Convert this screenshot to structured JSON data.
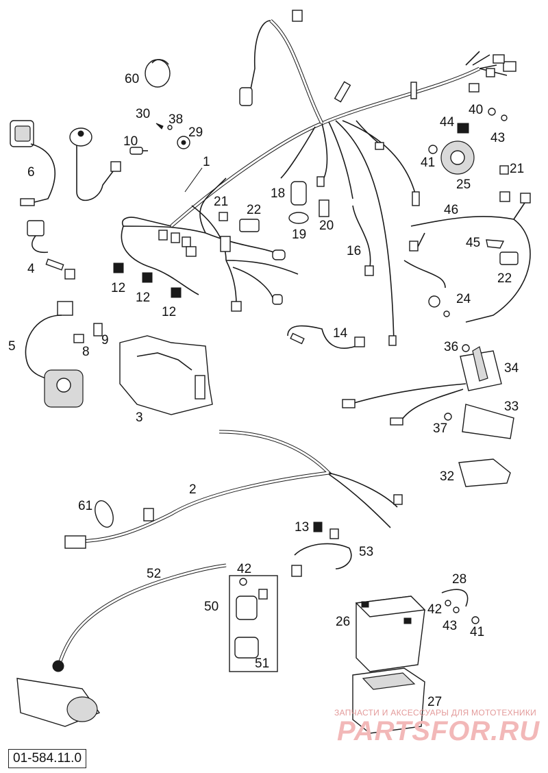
{
  "diagram": {
    "drawing_number": "01-584.11.0",
    "watermark": {
      "tagline": "ЗАПЧАСТИ И АКСЕССУАРЫ ДЛЯ МОТОТЕХНИКИ",
      "brand": "PARTSFOR.RU"
    },
    "callouts": [
      {
        "id": "c60",
        "label": "60"
      },
      {
        "id": "c30",
        "label": "30"
      },
      {
        "id": "c38",
        "label": "38"
      },
      {
        "id": "c29",
        "label": "29"
      },
      {
        "id": "c10",
        "label": "10"
      },
      {
        "id": "c6",
        "label": "6"
      },
      {
        "id": "c1",
        "label": "1"
      },
      {
        "id": "c40",
        "label": "40"
      },
      {
        "id": "c43a",
        "label": "43"
      },
      {
        "id": "c44",
        "label": "44"
      },
      {
        "id": "c41a",
        "label": "41"
      },
      {
        "id": "c25",
        "label": "25"
      },
      {
        "id": "c21a",
        "label": "21"
      },
      {
        "id": "c21b",
        "label": "21"
      },
      {
        "id": "c22a",
        "label": "22"
      },
      {
        "id": "c18",
        "label": "18"
      },
      {
        "id": "c19",
        "label": "19"
      },
      {
        "id": "c20",
        "label": "20"
      },
      {
        "id": "c46",
        "label": "46"
      },
      {
        "id": "c45",
        "label": "45"
      },
      {
        "id": "c22b",
        "label": "22"
      },
      {
        "id": "c4",
        "label": "4"
      },
      {
        "id": "c12a",
        "label": "12"
      },
      {
        "id": "c12b",
        "label": "12"
      },
      {
        "id": "c12c",
        "label": "12"
      },
      {
        "id": "c16",
        "label": "16"
      },
      {
        "id": "c24",
        "label": "24"
      },
      {
        "id": "c5",
        "label": "5"
      },
      {
        "id": "c8",
        "label": "8"
      },
      {
        "id": "c9",
        "label": "9"
      },
      {
        "id": "c14",
        "label": "14"
      },
      {
        "id": "c36",
        "label": "36"
      },
      {
        "id": "c34",
        "label": "34"
      },
      {
        "id": "c3",
        "label": "3"
      },
      {
        "id": "c33",
        "label": "33"
      },
      {
        "id": "c37",
        "label": "37"
      },
      {
        "id": "c32",
        "label": "32"
      },
      {
        "id": "c2",
        "label": "2"
      },
      {
        "id": "c61",
        "label": "61"
      },
      {
        "id": "c13",
        "label": "13"
      },
      {
        "id": "c53",
        "label": "53"
      },
      {
        "id": "c52",
        "label": "52"
      },
      {
        "id": "c42a",
        "label": "42"
      },
      {
        "id": "c50",
        "label": "50"
      },
      {
        "id": "c51",
        "label": "51"
      },
      {
        "id": "c28",
        "label": "28"
      },
      {
        "id": "c42b",
        "label": "42"
      },
      {
        "id": "c43b",
        "label": "43"
      },
      {
        "id": "c41b",
        "label": "41"
      },
      {
        "id": "c26",
        "label": "26"
      },
      {
        "id": "c27",
        "label": "27"
      }
    ]
  }
}
